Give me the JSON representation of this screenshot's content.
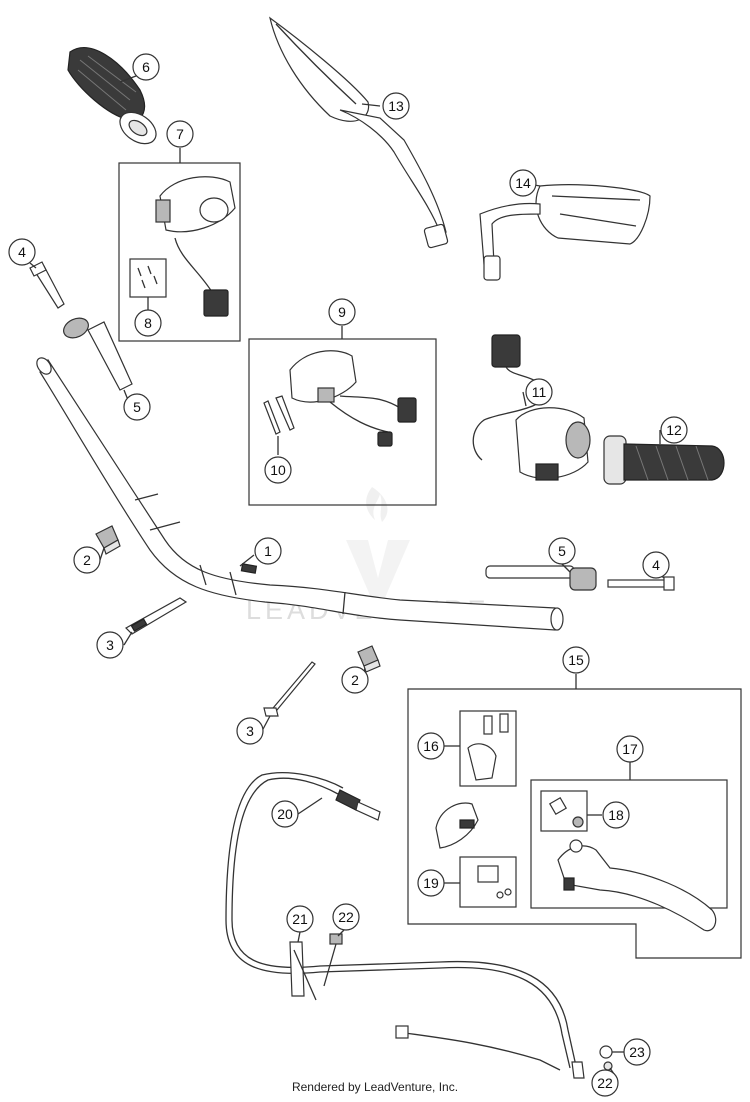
{
  "watermark": "LEADVENTURE",
  "footer": "Rendered by LeadVenture, Inc.",
  "callouts": [
    "1",
    "2",
    "2",
    "3",
    "3",
    "4",
    "4",
    "5",
    "5",
    "6",
    "7",
    "8",
    "9",
    "10",
    "11",
    "12",
    "13",
    "14",
    "15",
    "16",
    "17",
    "18",
    "19",
    "20",
    "21",
    "22",
    "22",
    "23"
  ]
}
